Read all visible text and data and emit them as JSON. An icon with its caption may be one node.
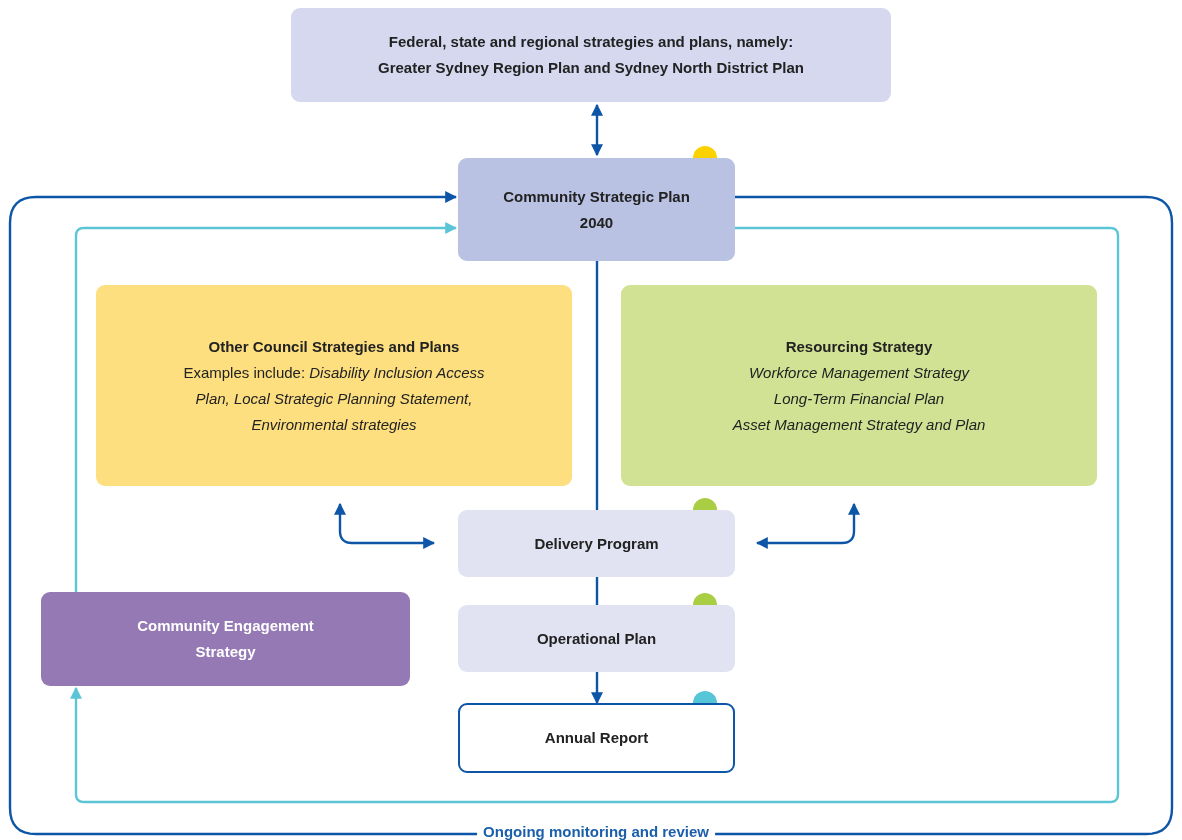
{
  "diagram": {
    "nodes": [
      {
        "text": [
          "Federal, state and regional strategies and plans, namely: Greater Sydney Region Plan and Sydney North District Plan"
        ]
      },
      {
        "text": [
          "Community Strategic Plan 2040"
        ]
      },
      {
        "text": [
          "Other Council Strategies and Plans",
          "Examples include: *Disability Inclusion Access Plan, Local Strategic Planning Statement, Environmental strategies*"
        ]
      },
      {
        "text": [
          "Resourcing Strategy",
          "Workforce Management Strategy",
          "Long-Term Financial Plan",
          "Asset Management Strategy and Plan"
        ]
      },
      {
        "text": [
          "Delivery Program"
        ]
      },
      {
        "text": [
          "Operational Plan"
        ]
      },
      {
        "text": [
          "Community Engagement Strategy"
        ]
      },
      {
        "text": [
          "Annual Report"
        ]
      }
    ],
    "edges": [
      {
        "from": 0,
        "to": 1,
        "arrow": "both"
      },
      {
        "from": 1,
        "to": 4,
        "arrow": "none"
      },
      {
        "from": 4,
        "to": 5,
        "arrow": "none"
      },
      {
        "from": 5,
        "to": 7,
        "arrow": "to"
      },
      {
        "from": 2,
        "to": 4,
        "arrow": "both"
      },
      {
        "from": 3,
        "to": 4,
        "arrow": "both"
      },
      {
        "from": 1,
        "to": 1,
        "arrow": "to",
        "label": "Ongoing monitoring and review"
      },
      {
        "from": 1,
        "to": 6,
        "arrow": "to",
        "color": "#5bc5d6"
      },
      {
        "from": 6,
        "to": 1,
        "arrow": "to",
        "color": "#5bc5d6"
      }
    ]
  }
}
